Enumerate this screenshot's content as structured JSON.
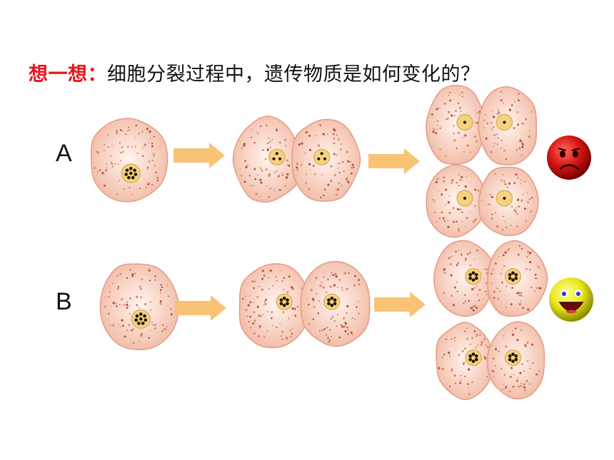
{
  "title": {
    "highlight": "想一想：",
    "question": "细胞分裂过程中，遗传物质是如何变化的？"
  },
  "rows": [
    {
      "label": "A",
      "parent_chromosomes": 8,
      "mid_chromosomes": 3,
      "daughter_chromosomes": 1,
      "verdict": "sad-face-icon"
    },
    {
      "label": "B",
      "parent_chromosomes": 8,
      "mid_chromosomes": 6,
      "daughter_chromosomes": 6,
      "verdict": "happy-face-icon"
    }
  ],
  "colors": {
    "cell_fill": "#f6c6b2",
    "cell_edge": "#e59c84",
    "nucleus_fill": "#f5d27e",
    "arrow": "#f8c374",
    "highlight_text": "#e8141b",
    "sad_face": "#cc1010",
    "happy_face": "#e6e61a"
  }
}
